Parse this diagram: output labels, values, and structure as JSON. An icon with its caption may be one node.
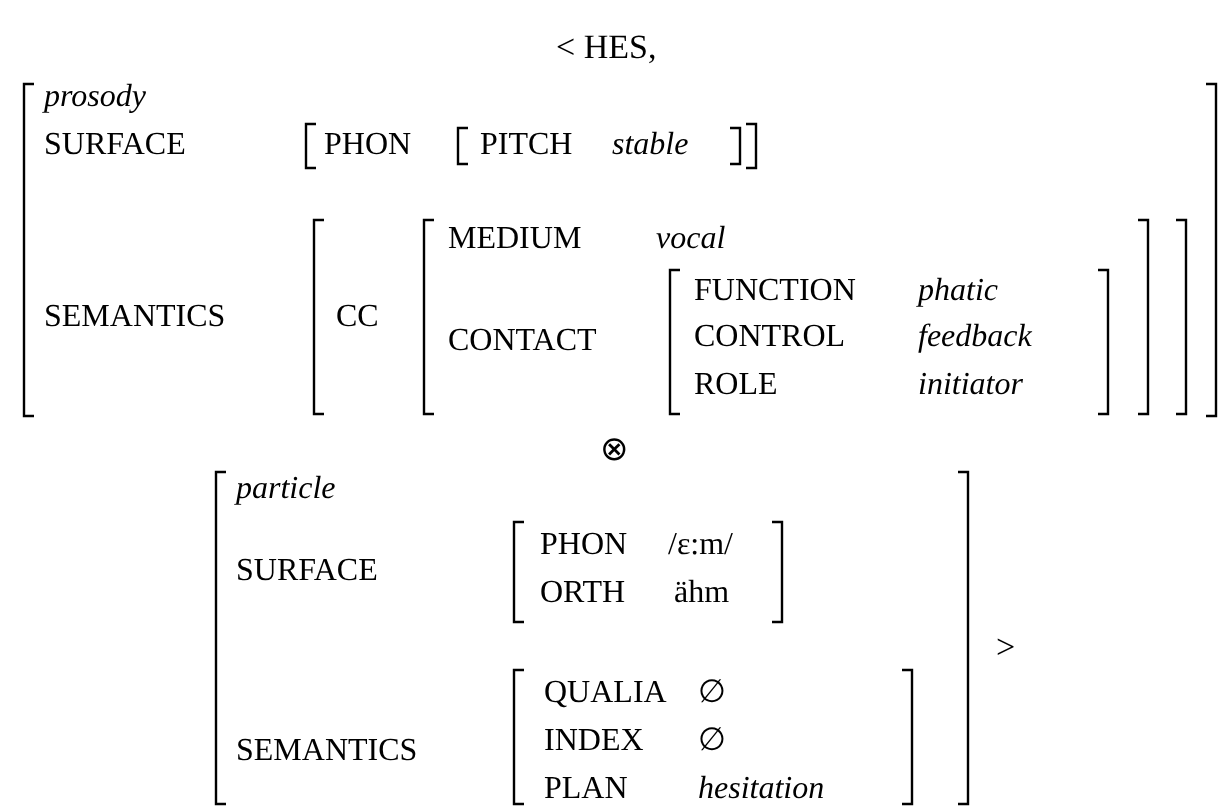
{
  "diagram": {
    "nodes": [
      {
        "text": [
          "prosody",
          "SURFACE",
          "SEMANTICS"
        ]
      },
      {
        "text": [
          "PHON"
        ],
        "in": 0
      },
      {
        "text": [
          "PITCH",
          "stable"
        ],
        "in": 1
      },
      {
        "text": [
          "CC"
        ],
        "in": 0
      },
      {
        "text": [
          "MEDIUM",
          "vocal",
          "CONTACT"
        ],
        "in": 3
      },
      {
        "text": [
          "FUNCTION",
          "phatic",
          "CONTROL",
          "feedback",
          "ROLE",
          "initiator"
        ],
        "in": 4
      },
      {
        "text": [
          "particle",
          "SURFACE",
          "SEMANTICS"
        ]
      },
      {
        "text": [
          "PHON",
          "/ε:m/",
          "ORTH",
          "ähm"
        ],
        "in": 6
      },
      {
        "text": [
          "QUALIA",
          "∅",
          "INDEX",
          "∅",
          "PLAN",
          "hesitation"
        ],
        "in": 6
      }
    ],
    "labels": [
      "< HES,",
      "⊗",
      ">"
    ]
  }
}
